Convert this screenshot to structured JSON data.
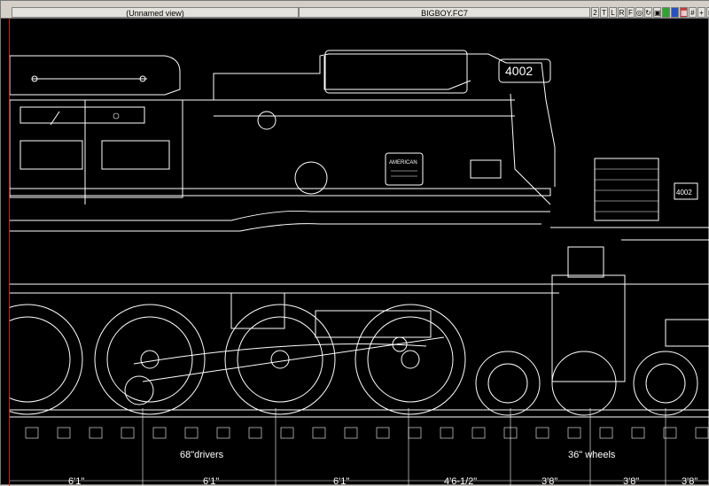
{
  "window": {
    "view_name": "(Unnamed view)",
    "file_name": "BIGBOY.FC7",
    "toolbar_buttons": [
      {
        "label": "2",
        "icon": "view-2-icon"
      },
      {
        "label": "T",
        "icon": "top-view-icon"
      },
      {
        "label": "L",
        "icon": "left-view-icon"
      },
      {
        "label": "R",
        "icon": "right-view-icon"
      },
      {
        "label": "F",
        "icon": "front-view-icon"
      },
      {
        "label": "",
        "icon": "zoom-icon"
      },
      {
        "label": "",
        "icon": "rotate-icon"
      },
      {
        "label": "",
        "icon": "camera-icon"
      },
      {
        "label": "",
        "icon": "layer-green-icon"
      },
      {
        "label": "",
        "icon": "layer-blue-icon"
      },
      {
        "label": "",
        "icon": "layer-red-icon"
      },
      {
        "label": "",
        "icon": "grid-icon"
      },
      {
        "label": "",
        "icon": "crosshair-icon"
      },
      {
        "label": "",
        "icon": "maximize-icon"
      },
      {
        "label": "×",
        "icon": "close-icon"
      }
    ]
  },
  "drawing": {
    "number_plate": "4002",
    "small_plate": "4002",
    "builder_plate": "AMERICAN",
    "labels": {
      "drivers": "68\"drivers",
      "wheels": "36\" wheels"
    },
    "dimensions": [
      "6'1\"",
      "6'1\"",
      "6'1\"",
      "4'6-1/2\"",
      "3'8\"",
      "3'8\"",
      "3'8\""
    ],
    "colors": {
      "background": "#000000",
      "lines": "#ffffff",
      "accent": "#d02020"
    }
  }
}
